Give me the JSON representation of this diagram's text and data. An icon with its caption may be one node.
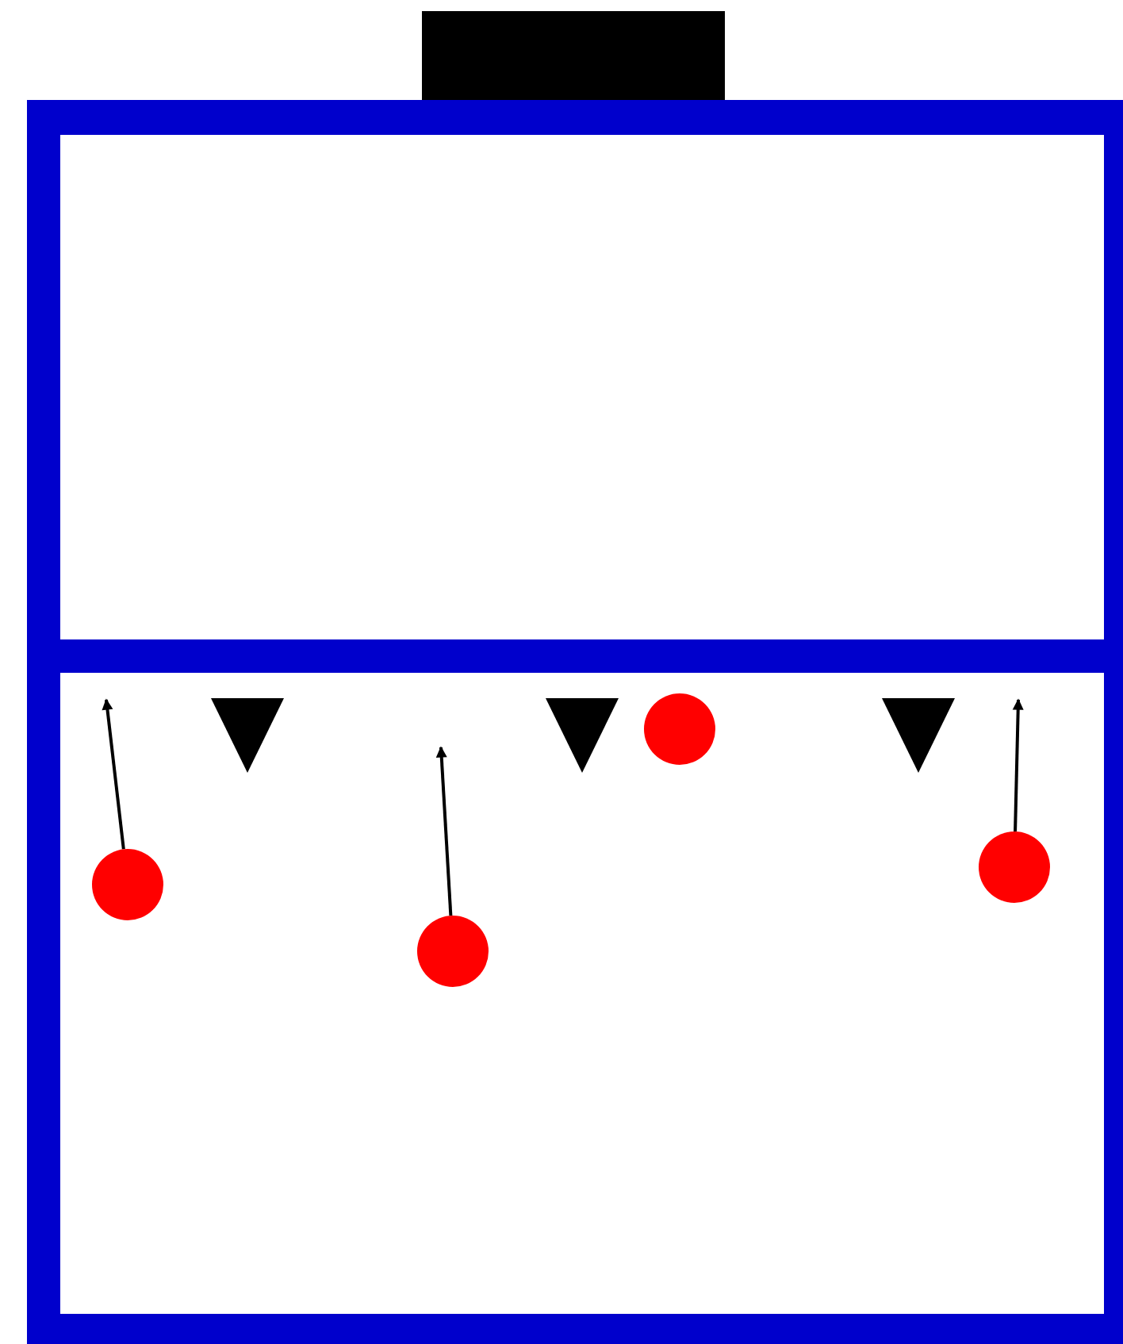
{
  "diagram": {
    "nodes": [
      {
        "text": [],
        "shape": "triangle"
      },
      {
        "text": [],
        "shape": "triangle"
      },
      {
        "text": [],
        "shape": "triangle"
      },
      {
        "text": [],
        "shape": "circle"
      },
      {
        "text": [],
        "shape": "circle"
      },
      {
        "text": [],
        "shape": "circle"
      },
      {
        "text": [],
        "shape": "circle"
      }
    ],
    "edges": [
      {
        "from": 3,
        "to": null,
        "arrow": "to"
      },
      {
        "from": 4,
        "to": null,
        "arrow": "to"
      },
      {
        "from": 6,
        "to": null,
        "arrow": "to"
      }
    ]
  }
}
